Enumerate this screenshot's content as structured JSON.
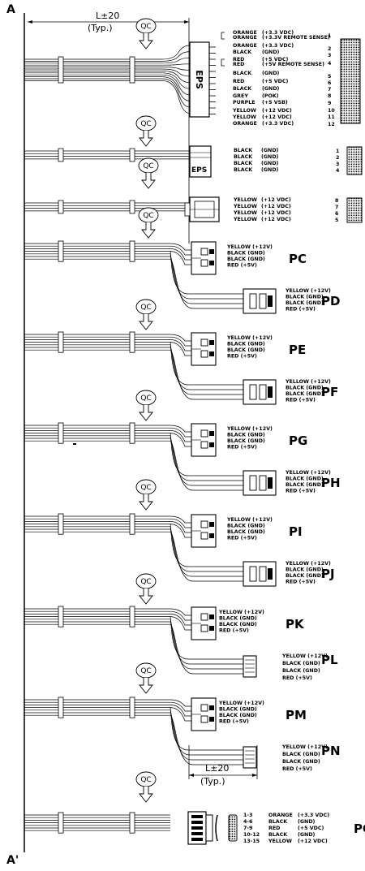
{
  "section_markers": {
    "start": "A",
    "end": "A'"
  },
  "dimensions": {
    "top_length": "L±20",
    "top_note": "(Typ.)",
    "bottom_length": "L±20",
    "bottom_note": "(Typ.)"
  },
  "qc_label": "QC",
  "connectors": {
    "eps_main": {
      "label": "EPS",
      "wires": [
        {
          "color": "ORANGE",
          "signal": "(+3.3 VDC)"
        },
        {
          "color": "ORANGE",
          "signal": "(+3.3V REMOTE SENSE)"
        },
        {
          "color": "ORANGE",
          "signal": "(+3.3 VDC)"
        },
        {
          "color": "BLACK",
          "signal": "(GND)"
        },
        {
          "color": "RED",
          "signal": "(+5 VDC)"
        },
        {
          "color": "RED",
          "signal": "(+5V REMOTE SENSE)"
        },
        {
          "color": "BLACK",
          "signal": "(GND)"
        },
        {
          "color": "RED",
          "signal": "(+5 VDC)"
        },
        {
          "color": "BLACK",
          "signal": "(GND)"
        },
        {
          "color": "GREY",
          "signal": "(POK)"
        },
        {
          "color": "PURPLE",
          "signal": "(+5 VSB)"
        },
        {
          "color": "YELLOW",
          "signal": "(+12 VDC)"
        },
        {
          "color": "YELLOW",
          "signal": "(+12 VDC)"
        },
        {
          "color": "ORANGE",
          "signal": "(+3.3 VDC)"
        }
      ],
      "pins": [
        "1",
        "2",
        "3",
        "4",
        "5",
        "6",
        "7",
        "8",
        "9",
        "10",
        "11",
        "12"
      ]
    },
    "eps_4pin": {
      "label": "EPS",
      "wires": [
        {
          "color": "BLACK",
          "signal": "(GND)"
        },
        {
          "color": "BLACK",
          "signal": "(GND)"
        },
        {
          "color": "BLACK",
          "signal": "(GND)"
        },
        {
          "color": "BLACK",
          "signal": "(GND)"
        }
      ],
      "pins": [
        "1",
        "2",
        "3",
        "4"
      ]
    },
    "p4_yellow": {
      "wires": [
        {
          "color": "YELLOW",
          "signal": "(+12 VDC)"
        },
        {
          "color": "YELLOW",
          "signal": "(+12 VDC)"
        },
        {
          "color": "YELLOW",
          "signal": "(+12 VDC)"
        },
        {
          "color": "YELLOW",
          "signal": "(+12 VDC)"
        }
      ],
      "pins": [
        "8",
        "7",
        "6",
        "5"
      ]
    },
    "peripheral": [
      {
        "name": "PC",
        "lines": [
          "YELLOW (+12V)",
          "BLACK (GND)",
          "BLACK (GND)",
          "RED (+5V)"
        ]
      },
      {
        "name": "PD",
        "lines": [
          "YELLOW (+12V)",
          "BLACK (GND)",
          "BLACK (GND)",
          "RED (+5V)"
        ]
      },
      {
        "name": "PE",
        "lines": [
          "YELLOW (+12V)",
          "BLACK (GND)",
          "BLACK (GND)",
          "RED (+5V)"
        ]
      },
      {
        "name": "PF",
        "lines": [
          "YELLOW (+12V)",
          "BLACK (GND)",
          "BLACK (GND)",
          "RED (+5V)"
        ]
      },
      {
        "name": "PG",
        "lines": [
          "YELLOW (+12V)",
          "BLACK (GND)",
          "BLACK (GND)",
          "RED (+5V)"
        ]
      },
      {
        "name": "PH",
        "lines": [
          "YELLOW (+12V)",
          "BLACK (GND)",
          "BLACK (GND)",
          "RED (+5V)"
        ]
      },
      {
        "name": "PI",
        "lines": [
          "YELLOW (+12V)",
          "BLACK (GND)",
          "BLACK (GND)",
          "RED (+5V)"
        ]
      },
      {
        "name": "PJ",
        "lines": [
          "YELLOW (+12V)",
          "BLACK (GND)",
          "BLACK (GND)",
          "RED (+5V)"
        ]
      },
      {
        "name": "PK",
        "lines": [
          "YELLOW (+12V)",
          "BLACK (GND)",
          "BLACK (GND)",
          "RED (+5V)"
        ]
      },
      {
        "name": "PL",
        "lines": [
          "YELLOW (+12V)",
          "BLACK (GND)",
          "BLACK (GND)",
          "RED (+5V)"
        ]
      },
      {
        "name": "PM",
        "lines": [
          "YELLOW (+12V)",
          "BLACK (GND)",
          "BLACK (GND)",
          "RED (+5V)"
        ]
      },
      {
        "name": "PN",
        "lines": [
          "YELLOW (+12V)",
          "BLACK (GND)",
          "BLACK (GND)",
          "RED (+5V)"
        ]
      }
    ],
    "sata": {
      "name": "PO",
      "lines": [
        {
          "pins": "1-3",
          "color": "ORANGE",
          "signal": "(+3.3 VDC)"
        },
        {
          "pins": "4-6",
          "color": "BLACK",
          "signal": "(GND)"
        },
        {
          "pins": "7-9",
          "color": "RED",
          "signal": "(+5 VDC)"
        },
        {
          "pins": "10-12",
          "color": "BLACK",
          "signal": "(GND)"
        },
        {
          "pins": "13-15",
          "color": "YELLOW",
          "signal": "(+12 VDC)"
        }
      ]
    }
  }
}
